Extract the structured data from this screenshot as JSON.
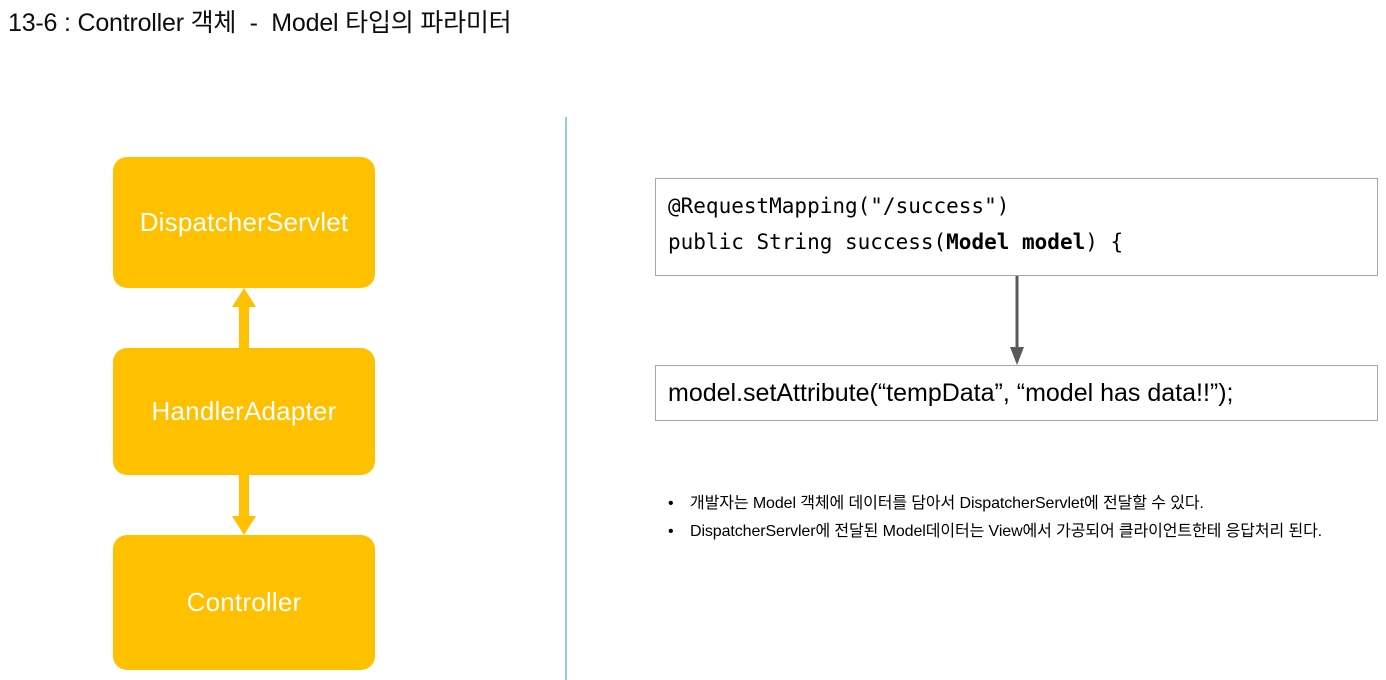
{
  "slide": {
    "title": "13-6 : Controller 객체  -  Model 타입의 파라미터"
  },
  "colors": {
    "box_fill": "#FFC000",
    "box_text": "#FFFFFF",
    "divider": "#9DC3E6",
    "code_border": "#A6A6A6",
    "code_arrow": "#595959"
  },
  "flow": {
    "boxes": [
      {
        "label": "DispatcherServlet"
      },
      {
        "label": "HandlerAdapter"
      },
      {
        "label": "Controller"
      }
    ],
    "arrows": [
      {
        "name": "arrow-up",
        "direction": "up"
      },
      {
        "name": "arrow-down",
        "direction": "down"
      }
    ]
  },
  "code": {
    "box1": {
      "line1": "@RequestMapping(\"/success\")",
      "line2_prefix": "public String success(",
      "line2_bold": "Model model",
      "line2_suffix": ") {"
    },
    "box2": {
      "line1": "model.setAttribute(“tempData”, “model has data!!”);"
    },
    "arrow": {
      "direction": "down"
    }
  },
  "bullets": {
    "marker": "•",
    "items": [
      "개발자는 Model 객체에 데이터를 담아서 DispatcherServlet에 전달할 수 있다.",
      "DispatcherServler에 전달된 Model데이터는 View에서 가공되어 클라이언트한테 응답처리 된다."
    ]
  }
}
